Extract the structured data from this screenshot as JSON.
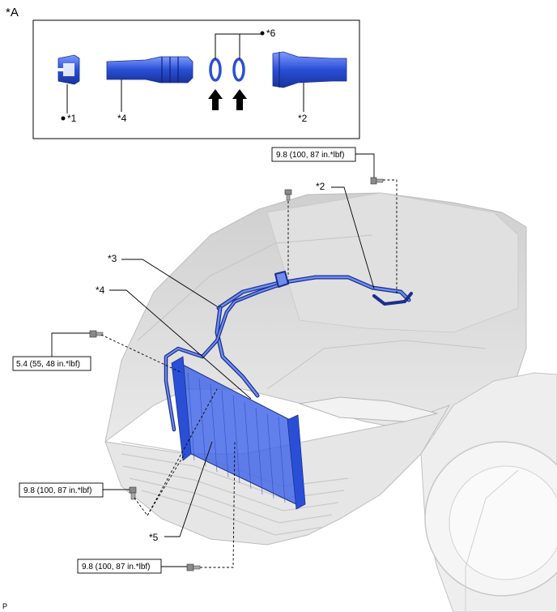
{
  "view_label": "*A",
  "footer": "P",
  "callouts": {
    "c1": "*1",
    "c2_top": "*2",
    "c4_top": "*4",
    "c6": "*6",
    "c2": "*2",
    "c3": "*3",
    "c4": "*4",
    "c5": "*5"
  },
  "torques": {
    "t_top_right": "9.8 (100, 87 in.*lbf)",
    "t_left": "5.4 (55, 48 in.*lbf)",
    "t_bottom_left": "9.8 (100, 87 in.*lbf)",
    "t_bottom": "9.8 (100, 87 in.*lbf)"
  },
  "colors": {
    "part_blue": "#2a4fd6",
    "part_light": "#6f8cf0",
    "body_gray": "#d9d9d9",
    "line": "#000000"
  }
}
